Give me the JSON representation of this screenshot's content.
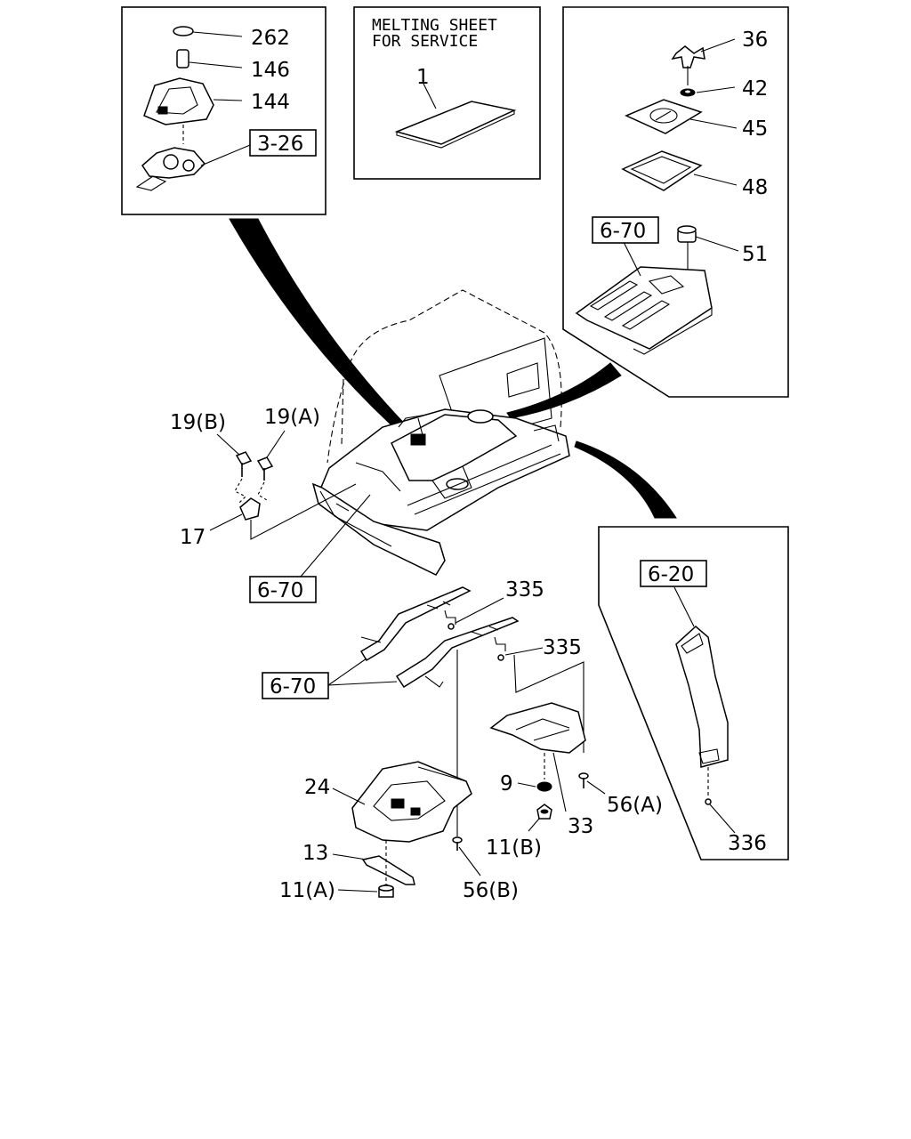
{
  "insets": {
    "top_left": {
      "parts": [
        "262",
        "146",
        "144"
      ],
      "ref": "3-26"
    },
    "top_middle": {
      "title_line1": "MELTING SHEET",
      "title_line2": "FOR SERVICE",
      "part": "1"
    },
    "top_right": {
      "parts": [
        "36",
        "42",
        "45",
        "48",
        "51"
      ],
      "ref": "6-70"
    },
    "right_lower": {
      "ref": "6-20",
      "part": "336"
    }
  },
  "main": {
    "bolt_b": "19(B)",
    "bolt_a": "19(A)",
    "bracket": "17",
    "floor_ref": "6-70",
    "rail_ref": "6-70",
    "clip_upper": "335",
    "clip_lower": "335",
    "tunnel_cover": "24",
    "plate": "13",
    "nut_a": "11(A)",
    "screw_b": "56(B)",
    "washer": "9",
    "nut_b": "11(B)",
    "bracket_cover": "33",
    "screw_a": "56(A)"
  }
}
